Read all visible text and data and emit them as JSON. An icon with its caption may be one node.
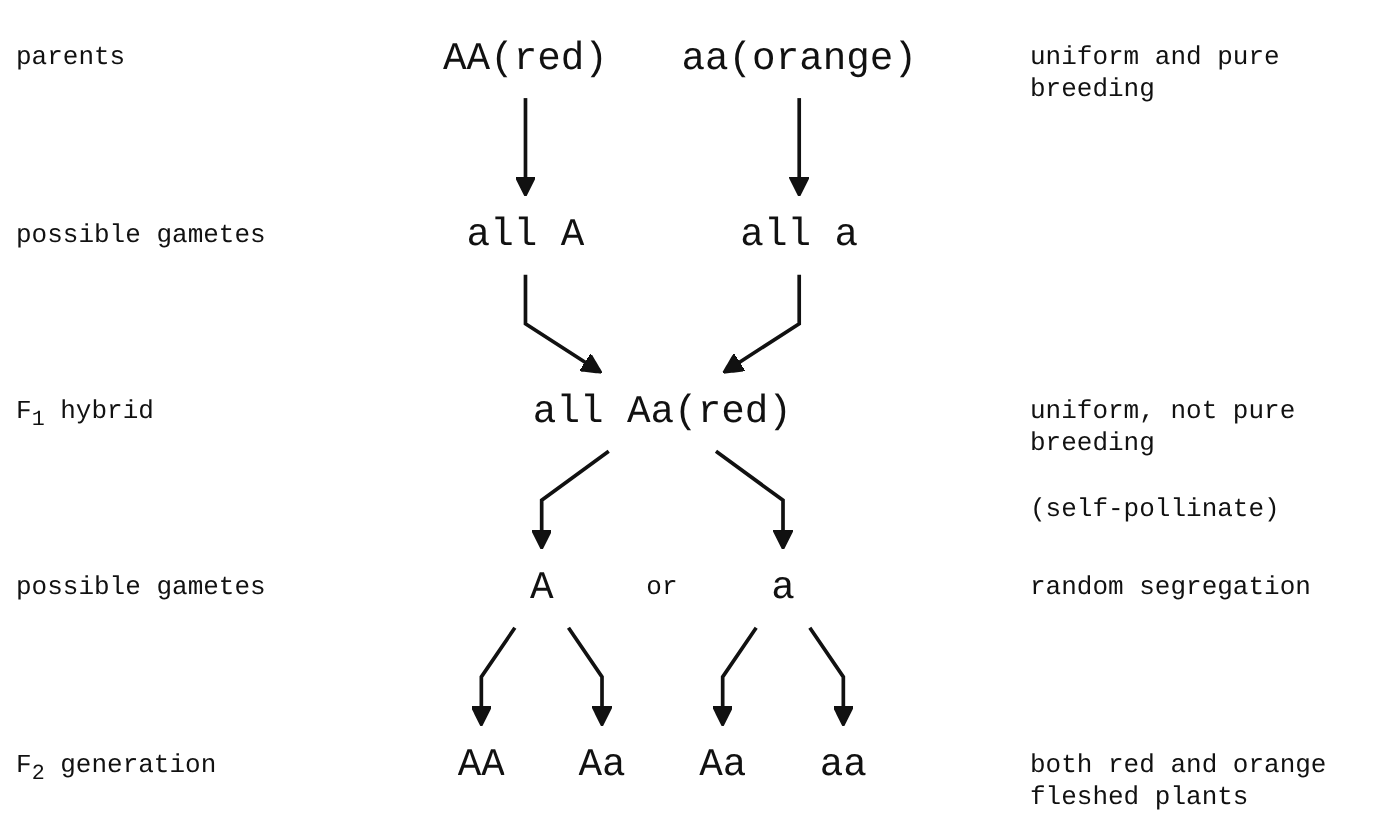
{
  "diagram": {
    "nodes": [
      {
        "text": [
          "AA(red)"
        ]
      },
      {
        "text": [
          "aa(orange)"
        ]
      },
      {
        "text": [
          "all A"
        ]
      },
      {
        "text": [
          "all a"
        ]
      },
      {
        "text": [
          "all Aa(red)"
        ]
      },
      {
        "text": [
          "A"
        ]
      },
      {
        "text": [
          "a"
        ]
      },
      {
        "text": [
          "AA"
        ]
      },
      {
        "text": [
          "Aa"
        ]
      },
      {
        "text": [
          "Aa"
        ]
      },
      {
        "text": [
          "aa"
        ]
      }
    ],
    "edges": [
      {
        "from": 0,
        "to": 2,
        "arrow": "to"
      },
      {
        "from": 1,
        "to": 3,
        "arrow": "to"
      },
      {
        "from": 2,
        "to": 4,
        "arrow": "to"
      },
      {
        "from": 3,
        "to": 4,
        "arrow": "to"
      },
      {
        "from": 4,
        "to": 5,
        "arrow": "to"
      },
      {
        "from": 4,
        "to": 6,
        "arrow": "to"
      },
      {
        "from": 5,
        "to": 7,
        "arrow": "to"
      },
      {
        "from": 5,
        "to": 9,
        "arrow": "to"
      },
      {
        "from": 6,
        "to": 8,
        "arrow": "to"
      },
      {
        "from": 6,
        "to": 10,
        "arrow": "to"
      }
    ],
    "labels": [
      "parents",
      "uniform and pure breeding",
      "possible gametes",
      "F$_{1}$ hybrid",
      "uniform, not pure breeding",
      "(self-pollinate)",
      "possible gametes",
      "or",
      "random segregation",
      "F$_{2}$ generation",
      "both red and orange fleshed plants"
    ]
  }
}
